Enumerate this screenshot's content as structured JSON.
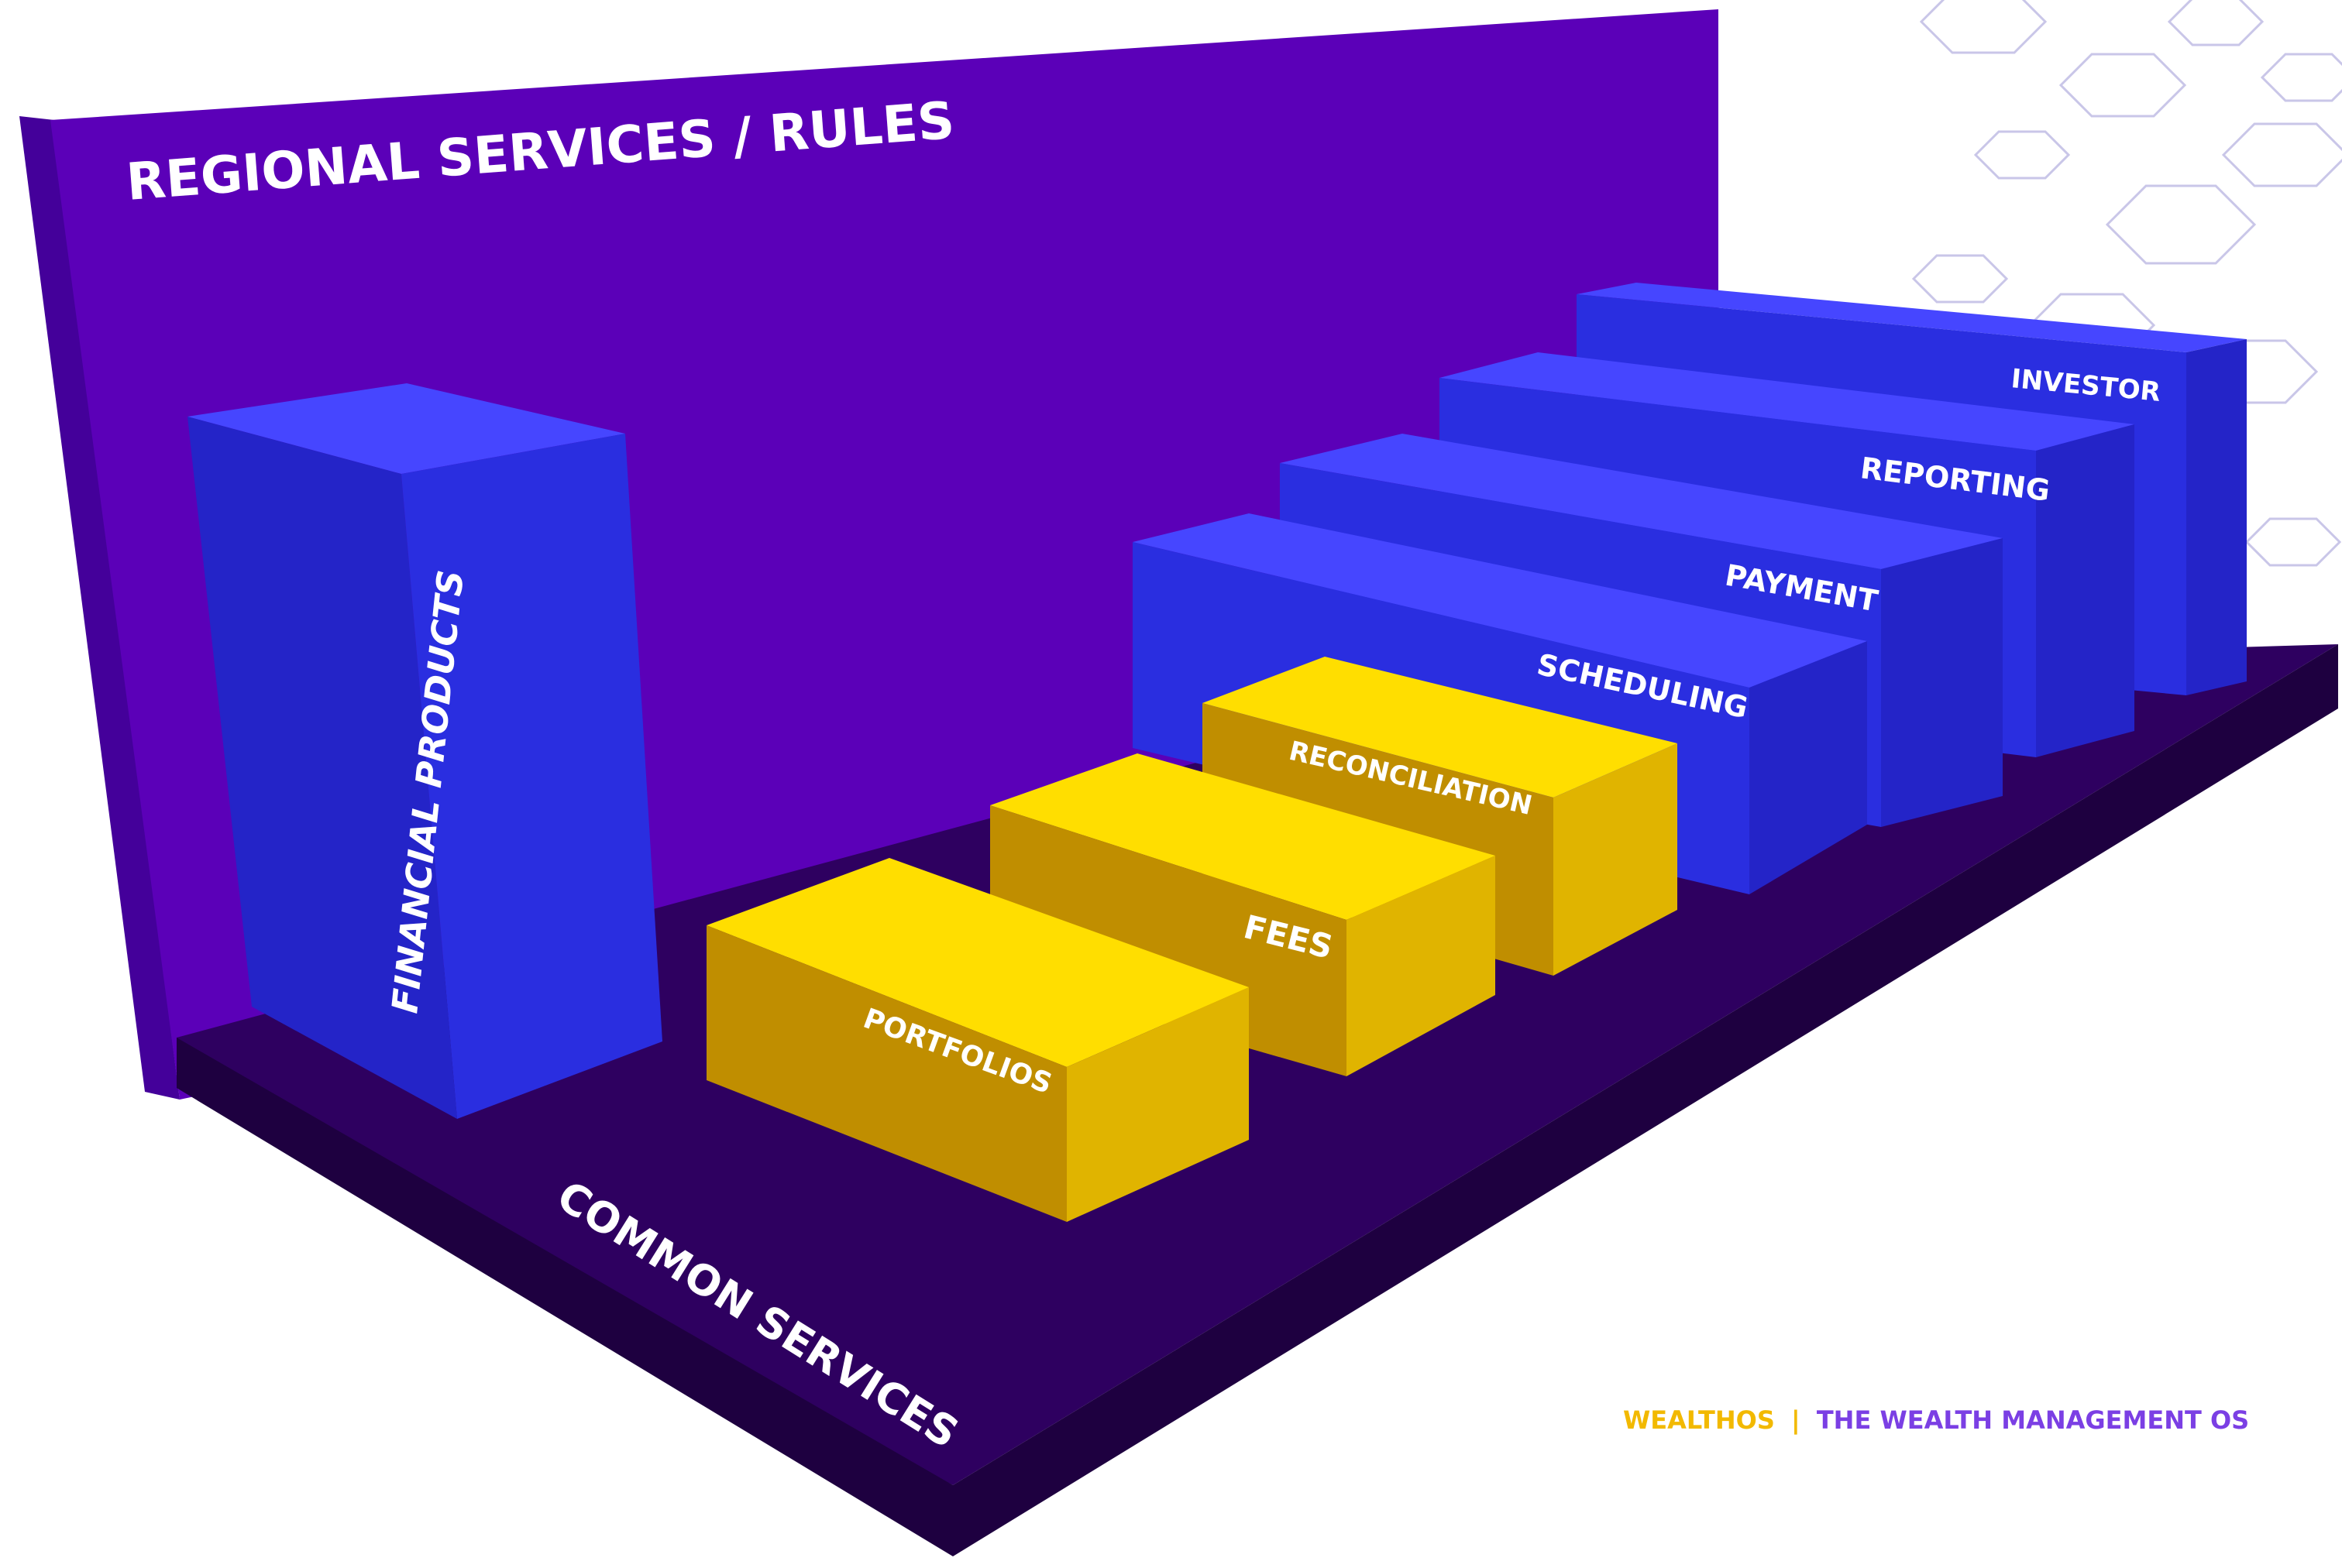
{
  "diagram": {
    "wall_title": "REGIONAL SERVICES / RULES",
    "floor_title": "COMMON SERVICES",
    "tall_block_label": "FINANCIAL PRODUCTS",
    "regional_blocks": [
      {
        "label": "INVESTOR"
      },
      {
        "label": "REPORTING"
      },
      {
        "label": "PAYMENT"
      },
      {
        "label": "SCHEDULING"
      }
    ],
    "common_blocks": [
      {
        "label": "RECONCILIATION"
      },
      {
        "label": "FEES"
      },
      {
        "label": "PORTFOLIOS"
      }
    ],
    "tagline": {
      "brand": "WEALTHOS",
      "separator": "|",
      "slogan": "THE WEALTH MANAGEMENT OS"
    }
  },
  "colors": {
    "wall": "#5b00b8",
    "wall_edge": "#44009a",
    "floor_top": "#2e0060",
    "floor_side": "#1e0040",
    "blue_top": "#4646ff",
    "blue_front": "#2a2ee0",
    "blue_side": "#2424c8",
    "yellow_top": "#ffde00",
    "yellow_front": "#c08e00",
    "yellow_side": "#e0b400",
    "brand_yellow": "#f2b900",
    "brand_purple": "#7b3fe4",
    "hex_lines": "#c9c6e8"
  }
}
